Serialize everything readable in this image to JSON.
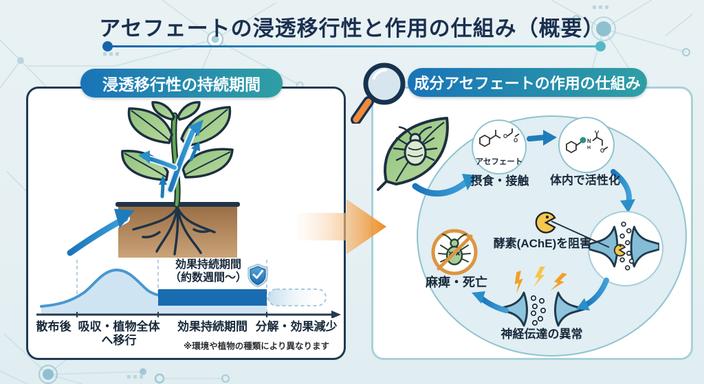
{
  "title": "アセフェートの浸透移行性と作用の仕組み（概要）",
  "left_panel": {
    "header": "浸透移行性の持続期間",
    "duration_badge": "効果持続期間\n（約数週間～）",
    "axis_labels": [
      "散布後",
      "吸収・植物全体\nへ移行",
      "効果持続期間",
      "分解・効果減少"
    ],
    "note": "※環境や植物の種類により異なります"
  },
  "right_panel": {
    "header": "成分アセフェートの作用の仕組み",
    "acephate_label": "アセフェート",
    "steps": {
      "feeding": "摂食・接触",
      "activation": "体内で活性化",
      "inhibition": "酵素(AChE)を阻害",
      "nerve": "神経伝達の異常",
      "death": "麻痺・死亡"
    },
    "molecule1_atoms": [
      "O",
      "O"
    ],
    "molecule2_atoms": [
      "N",
      "H",
      "O",
      "O"
    ]
  },
  "colors": {
    "accent_blue": "#1a6cb0",
    "accent_teal": "#2f9fa4",
    "bar_blue": "#1a6cb0",
    "curve_blue": "#4a97cf",
    "arrow_orange": "#ee8a1e",
    "panel_border_dark": "#1e3a52",
    "panel_border_light": "#a9d0dc",
    "enzyme_yellow": "#f6c74f",
    "prohibition_orange": "#de9440"
  }
}
